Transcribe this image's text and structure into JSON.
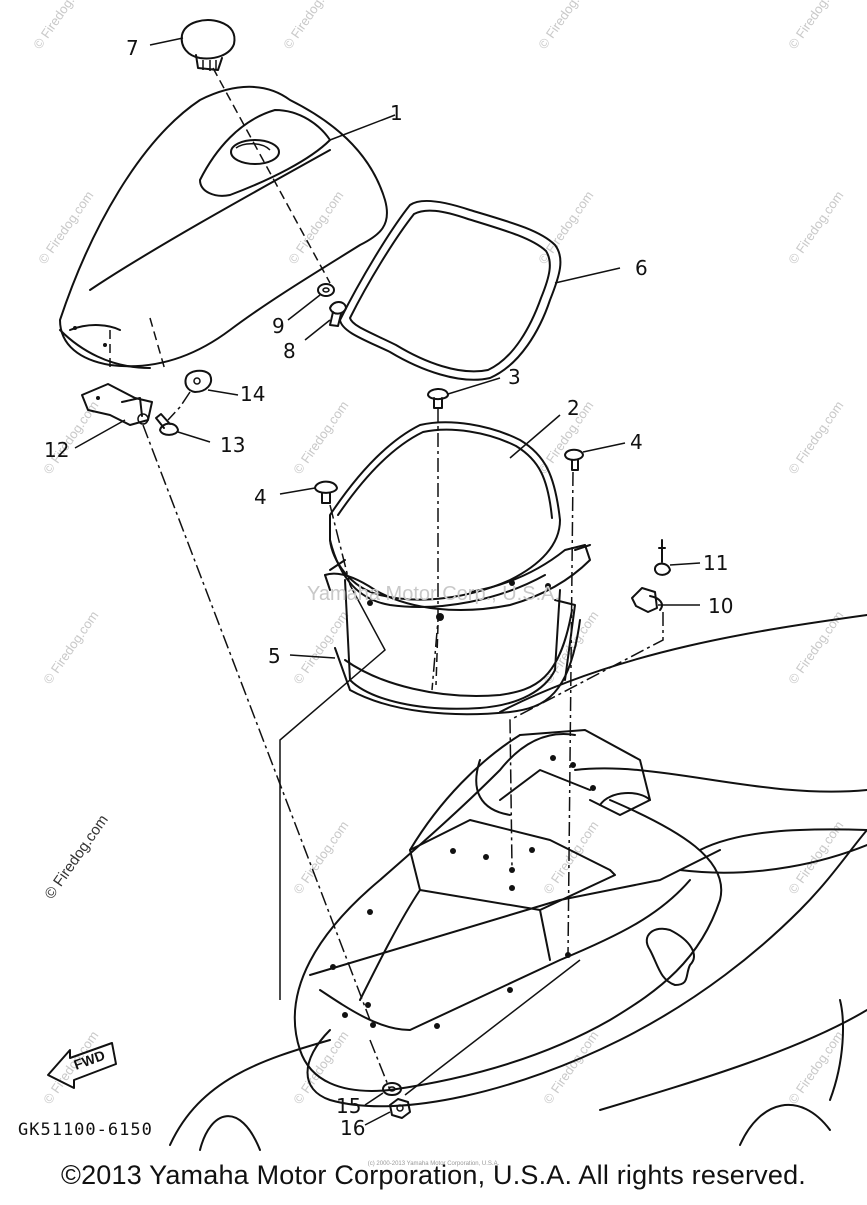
{
  "diagram": {
    "part_code": "GK51100-6150",
    "fwd_label": "FWD",
    "center_watermark": "Yamaha Motor Corp., U.S.A.",
    "fine_text": "(c) 2000-2013 Yamaha Motor Corporation, U.S.A.",
    "copyright": "©2013 Yamaha Motor Corporation, U.S.A. All rights reserved.",
    "watermark_text": "© Firedog.com",
    "callouts": {
      "c1": "1",
      "c2": "2",
      "c3": "3",
      "c4a": "4",
      "c4b": "4",
      "c5": "5",
      "c6": "6",
      "c7": "7",
      "c8": "8",
      "c9": "9",
      "c10": "10",
      "c11": "11",
      "c12": "12",
      "c13": "13",
      "c14": "14",
      "c15": "15",
      "c16": "16"
    }
  }
}
